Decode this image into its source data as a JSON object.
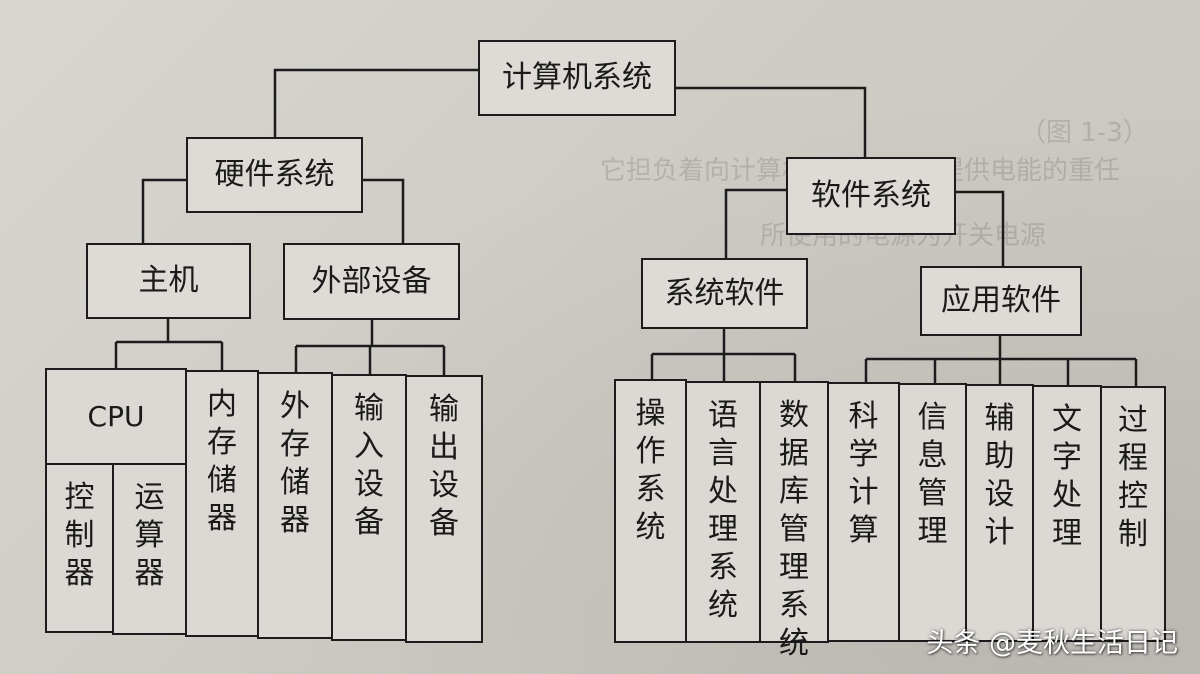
{
  "root": "计算机系统",
  "hardware": {
    "title": "硬件系统",
    "host": "主机",
    "peripherals": "外部设备",
    "cpu": "CPU",
    "controller": "控制器",
    "alu": "运算器",
    "memory": "内存储器",
    "external_storage": "外存储器",
    "input": "输入设备",
    "output": "输出设备"
  },
  "software": {
    "title": "软件系统",
    "system_software": "系统软件",
    "application_software": "应用软件",
    "os": "操作系统",
    "language_processing": "语言处理系统",
    "dbms": "数据库管理系统",
    "scientific_computing": "科学计算",
    "information_management": "信息管理",
    "aided_design": "辅助设计",
    "text_processing": "文字处理",
    "process_control": "过程控制"
  },
  "watermark": "头条 @麦秋生活日记",
  "colors": {
    "ink": "#1c1c1c",
    "paper": "#d9d6d1"
  }
}
